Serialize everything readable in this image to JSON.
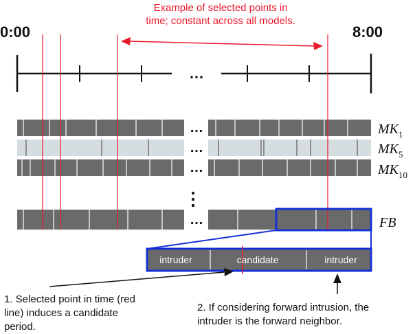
{
  "timeline": {
    "start_label": "0:00",
    "end_label": "8:00",
    "ellipsis": "…"
  },
  "annotation_top": {
    "line1": "Example of selected points in",
    "line2": "time; constant across all models."
  },
  "rows": [
    {
      "base": "MK",
      "sub": "1",
      "shade": "dark"
    },
    {
      "base": "MK",
      "sub": "5",
      "shade": "light"
    },
    {
      "base": "MK",
      "sub": "10",
      "shade": "dark"
    },
    {
      "base": "FB",
      "sub": "",
      "shade": "dark"
    }
  ],
  "vertical_ellipsis": "⋮",
  "zoom_segments": [
    "intruder",
    "candidate",
    "intruder"
  ],
  "note_left": {
    "line1": "1. Selected point in time (red",
    "line2": "line) induces a candidate",
    "line3": "period."
  },
  "note_right": {
    "line1": "2. If considering forward intrusion, the",
    "line2": "intruder is the forward neighbor."
  },
  "colors": {
    "red": "#e8192c",
    "blue": "#1530d8",
    "dark_gray": "#6a6a6a",
    "light_gray": "#d6dde1",
    "black": "#111111"
  }
}
